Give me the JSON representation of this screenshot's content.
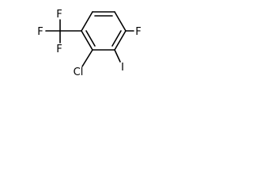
{
  "molecule": {
    "atoms": {
      "f_top_left": "F",
      "f_left": "F",
      "f_bottom_left": "F",
      "cl": "Cl",
      "i": "I",
      "f_right": "F"
    }
  }
}
